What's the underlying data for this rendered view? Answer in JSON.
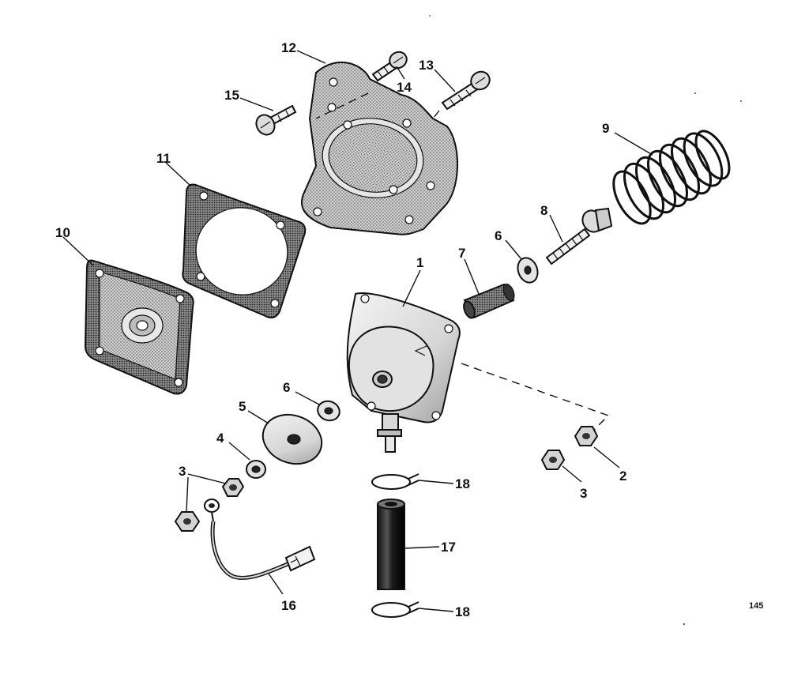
{
  "figure_number": "145",
  "callouts": {
    "c1": "1",
    "c2": "2",
    "c3a": "3",
    "c3b": "3",
    "c4": "4",
    "c5": "5",
    "c6a": "6",
    "c6b": "6",
    "c7": "7",
    "c8": "8",
    "c9": "9",
    "c10": "10",
    "c11": "11",
    "c12": "12",
    "c13": "13",
    "c14": "14",
    "c15": "15",
    "c16": "16",
    "c17": "17",
    "c18a": "18",
    "c18b": "18"
  },
  "colors": {
    "ink": "#111111",
    "shade": "#9a9a9a",
    "light_shade": "#cfcfcf",
    "paper": "#ffffff"
  }
}
